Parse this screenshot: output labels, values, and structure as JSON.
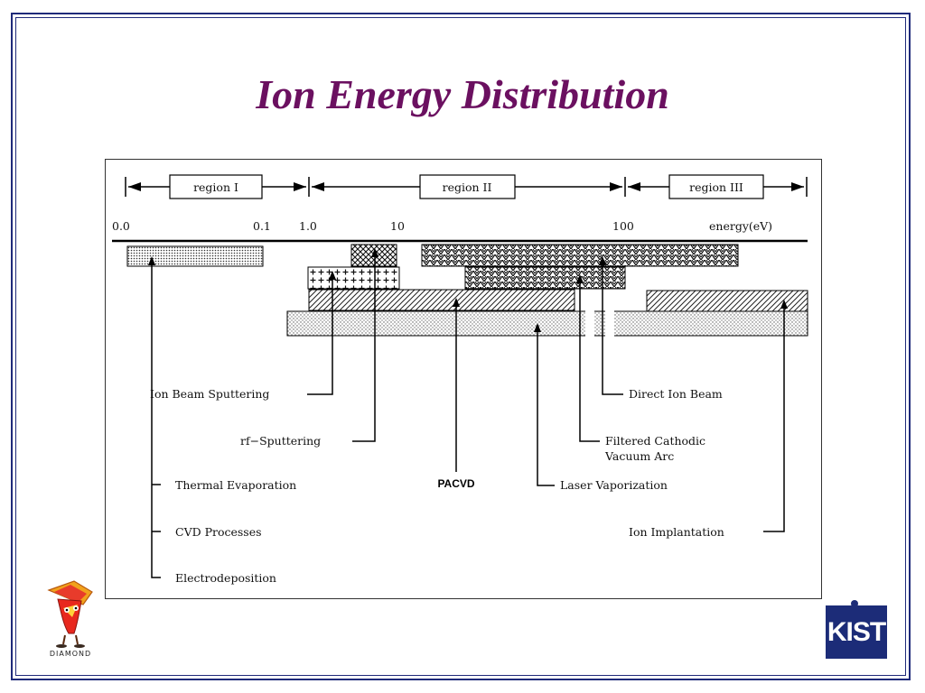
{
  "slide": {
    "title": "Ion Energy Distribution"
  },
  "diagram": {
    "regions": [
      "region I",
      "region II",
      "region III"
    ],
    "axis": {
      "ticks": [
        "0.0",
        "0.1",
        "1.0",
        "10",
        "100"
      ],
      "unit_label": "energy(eV)"
    },
    "processes": {
      "ion_beam_sputtering": "Ion Beam Sputtering",
      "rf_sputtering": "rf−Sputtering",
      "thermal_evaporation": "Thermal Evaporation",
      "cvd_processes": "CVD Processes",
      "electrodeposition": "Electrodeposition",
      "pacvd": "PACVD",
      "laser_vaporization": "Laser Vaporization",
      "direct_ion_beam": "Direct Ion Beam",
      "filtered_arc_line1": "Filtered Cathodic",
      "filtered_arc_line2": "Vacuum Arc",
      "ion_implantation": "Ion Implantation"
    }
  },
  "logos": {
    "left_word": "DIAMOND",
    "right_text": "KIST",
    "brand_color": "#1c2c78"
  }
}
